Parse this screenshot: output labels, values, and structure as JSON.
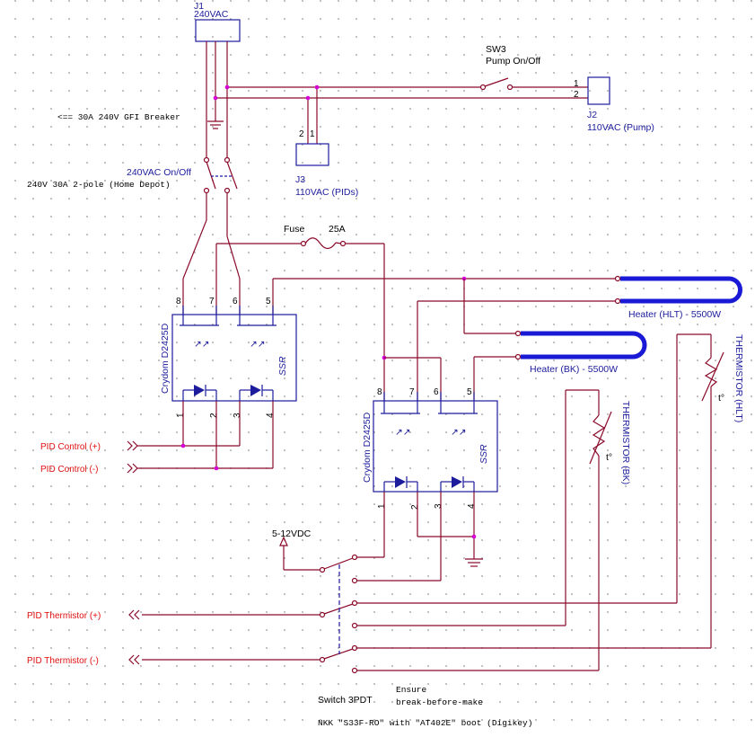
{
  "components": {
    "j1": {
      "ref": "J1",
      "value": "240VAC"
    },
    "j2": {
      "ref": "J2",
      "value": "110VAC (Pump)",
      "pins": [
        "1",
        "2"
      ]
    },
    "j3": {
      "ref": "J3",
      "value": "110VAC (PIDs)",
      "pins": [
        "2",
        "1"
      ]
    },
    "sw3": {
      "ref": "SW3",
      "value": "Pump On/Off"
    },
    "main_switch": {
      "label": "240VAC On/Off",
      "note": "240V 30A 2-pole (Home Depot)"
    },
    "breaker_note": "<== 30A 240V GFI Breaker",
    "fuse": {
      "ref": "Fuse",
      "value": "25A"
    },
    "ssr1": {
      "name": "Crydom D2425D",
      "tag": "SSR",
      "pins": [
        "8",
        "7",
        "6",
        "5",
        "1",
        "2",
        "3",
        "4"
      ]
    },
    "ssr2": {
      "name": "Crydom D2425D",
      "tag": "SSR",
      "pins": [
        "8",
        "7",
        "6",
        "5",
        "1",
        "2",
        "3",
        "4"
      ]
    },
    "heater_hlt": "Heater (HLT) - 5500W",
    "heater_bk": "Heater (BK) - 5500W",
    "thermistor_hlt": "THERMISTOR (HLT)",
    "thermistor_bk": "THERMISTOR (BK)",
    "thermistor_symbol": "t°",
    "supply": "5-12VDC",
    "switch_3pdt": "Switch 3PDT",
    "ensure_note_1": "Ensure",
    "ensure_note_2": "break-before-make",
    "switch_part_note": "NKK \"S33F-RO\" with \"AT402E\" boot (Digikey)"
  },
  "ports": {
    "pid_control_pos": "PID Control (+)",
    "pid_control_neg": "PID Control (-)",
    "pid_thermistor_pos": "PID Thermistor (+)",
    "pid_thermistor_neg": "PID Thermistor (-)"
  },
  "colors": {
    "wire": "#8b0a2a",
    "component": "#1c1c9c",
    "net_label": "#e01010",
    "junction": "#d400d4",
    "heater": "#1a1ad6"
  }
}
